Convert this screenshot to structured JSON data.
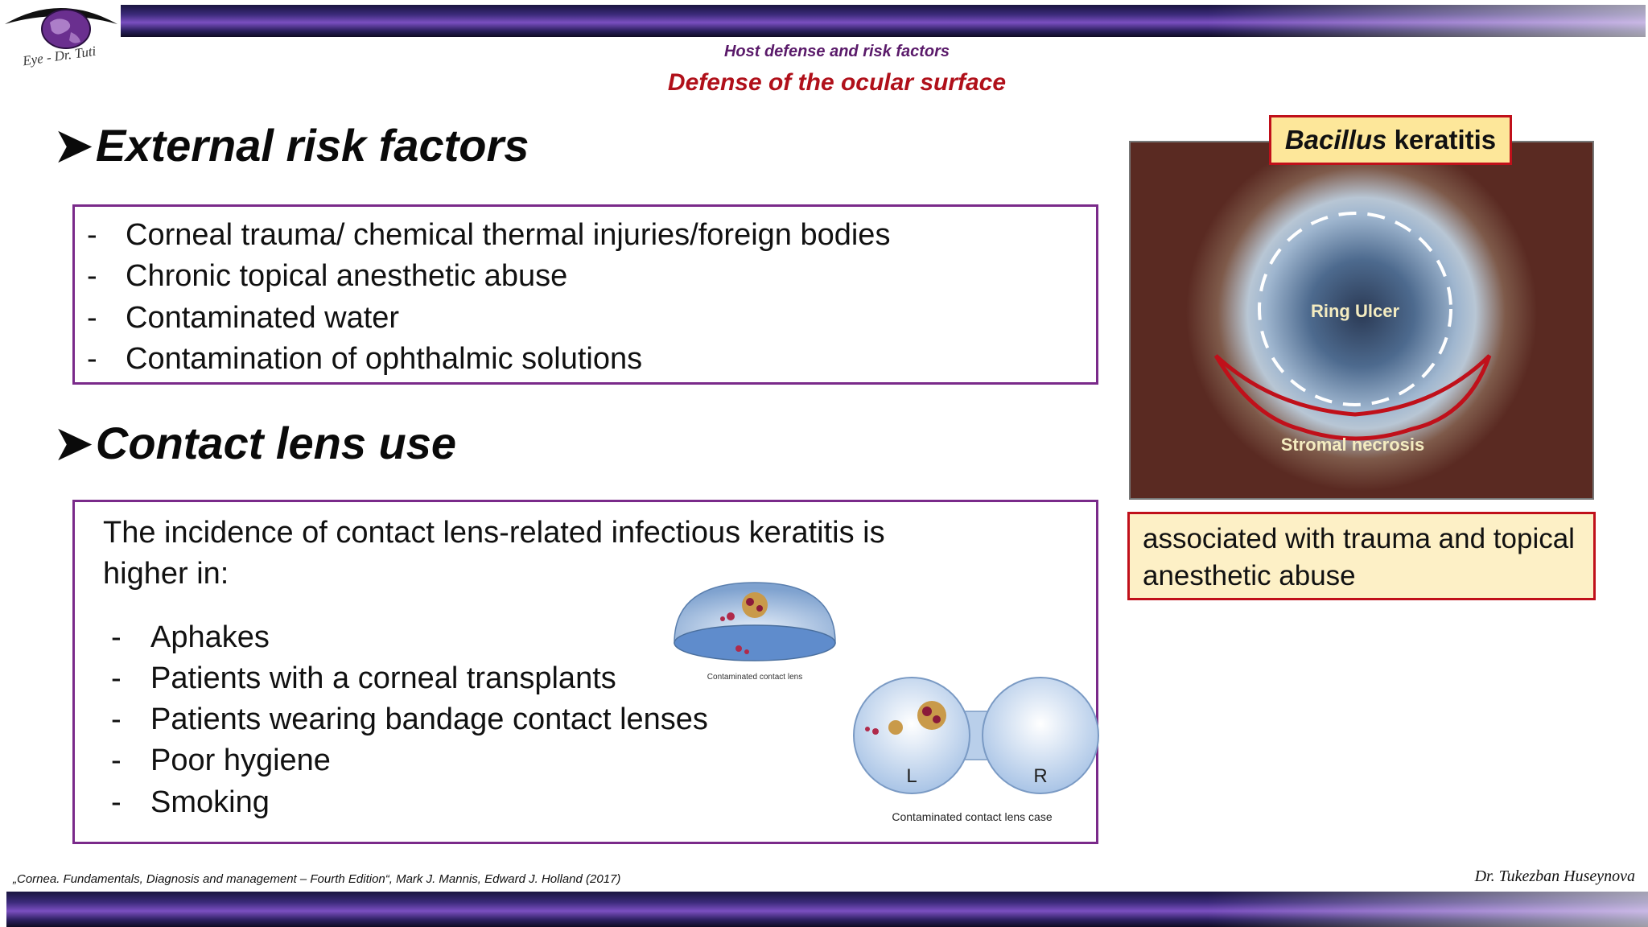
{
  "header": {
    "kicker": "Host defense and risk factors",
    "title": "Defense of the ocular surface",
    "logo_text": "Eye - Dr. Tuti"
  },
  "external": {
    "heading": "External risk factors",
    "items": [
      "Corneal trauma/ chemical thermal injuries/foreign bodies",
      "Chronic topical anesthetic abuse",
      "Contaminated water",
      "Contamination of ophthalmic solutions"
    ]
  },
  "contact": {
    "heading": "Contact lens use",
    "intro_line1": "The incidence of contact lens-related infectious keratitis is",
    "intro_line2": "higher in:",
    "items": [
      "Aphakes",
      "Patients with a corneal transplants",
      "Patients wearing bandage contact lenses",
      "Poor hygiene",
      "Smoking"
    ],
    "lens_caption": "Contaminated contact lens",
    "case_caption": "Contaminated contact lens case",
    "case_left": "L",
    "case_right": "R"
  },
  "photo": {
    "title_italic": "Bacillus",
    "title_rest": " keratitis",
    "ring_label": "Ring Ulcer",
    "necrosis_label": "Stromal necrosis",
    "note_line1": "associated with trauma and topical",
    "note_line2": "anesthetic abuse"
  },
  "footer": {
    "reference": "„Cornea. Fundamentals, Diagnosis and management – Fourth Edition“, Mark J. Mannis, Edward J. Holland (2017)",
    "author": "Dr. Tukezban Huseynova"
  },
  "colors": {
    "accent_purple": "#7a2a8a",
    "title_red": "#b0101a",
    "highlight_yellow": "#fde79a"
  }
}
